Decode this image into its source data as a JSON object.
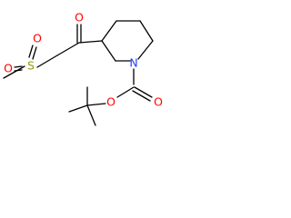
{
  "molecule": {
    "atoms": {
      "sulfur": "S",
      "sulfonyl_oxygen_top": "O",
      "sulfonyl_oxygen_bottom": "O",
      "ketone_oxygen": "O",
      "ring_nitrogen": "N",
      "carbamate_oxygen_carbonyl": "O",
      "carbamate_oxygen_ester": "O"
    },
    "colors": {
      "bond": "#000000",
      "S": "#9a9a00",
      "O": "#ff0000",
      "N": "#1f3fff"
    }
  }
}
